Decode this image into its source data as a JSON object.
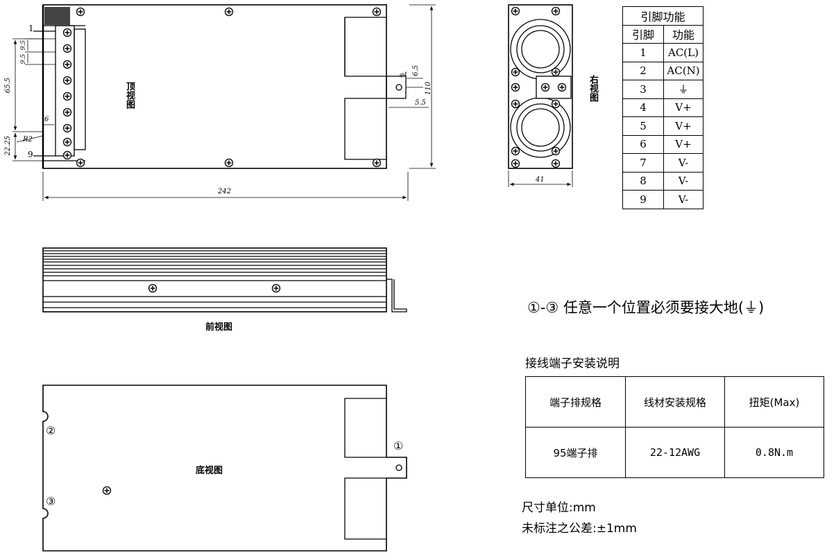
{
  "views": {
    "top": "顶视图",
    "right": "右视图",
    "front": "前视图",
    "bottom": "底视图"
  },
  "dimensions": {
    "width": "242",
    "height": "110",
    "pitch_a": "9.5",
    "pitch_b": "9.5",
    "span": "65.5",
    "offset": "22.25",
    "radius": "R2",
    "slot": "6",
    "tab_h": "6.5",
    "tab_w": "5.5",
    "hole": "φ4",
    "depth": "41"
  },
  "terminal_labels": {
    "first": "1",
    "last": "9"
  },
  "bottom_marks": {
    "m1": "①",
    "m2": "②",
    "m3": "③"
  },
  "pin_table": {
    "title": "引脚功能",
    "col_pin": "引脚",
    "col_func": "功能",
    "rows": [
      {
        "pin": "1",
        "func": "AC(L)"
      },
      {
        "pin": "2",
        "func": "AC(N)"
      },
      {
        "pin": "3",
        "func": "⏚"
      },
      {
        "pin": "4",
        "func": "V+"
      },
      {
        "pin": "5",
        "func": "V+"
      },
      {
        "pin": "6",
        "func": "V+"
      },
      {
        "pin": "7",
        "func": "V-"
      },
      {
        "pin": "8",
        "func": "V-"
      },
      {
        "pin": "9",
        "func": "V-"
      }
    ]
  },
  "ground_note": "①-③ 任意一个位置必须要接大地(⏚)",
  "terminal_section": {
    "title": "接线端子安装说明",
    "headers": [
      "端子排规格",
      "线材安装规格",
      "扭矩(Max)"
    ],
    "values": [
      "95端子排",
      "22-12AWG",
      "0.8N.m"
    ]
  },
  "units_note": "尺寸单位:mm",
  "tolerance_note": "未标注之公差:±1mm"
}
